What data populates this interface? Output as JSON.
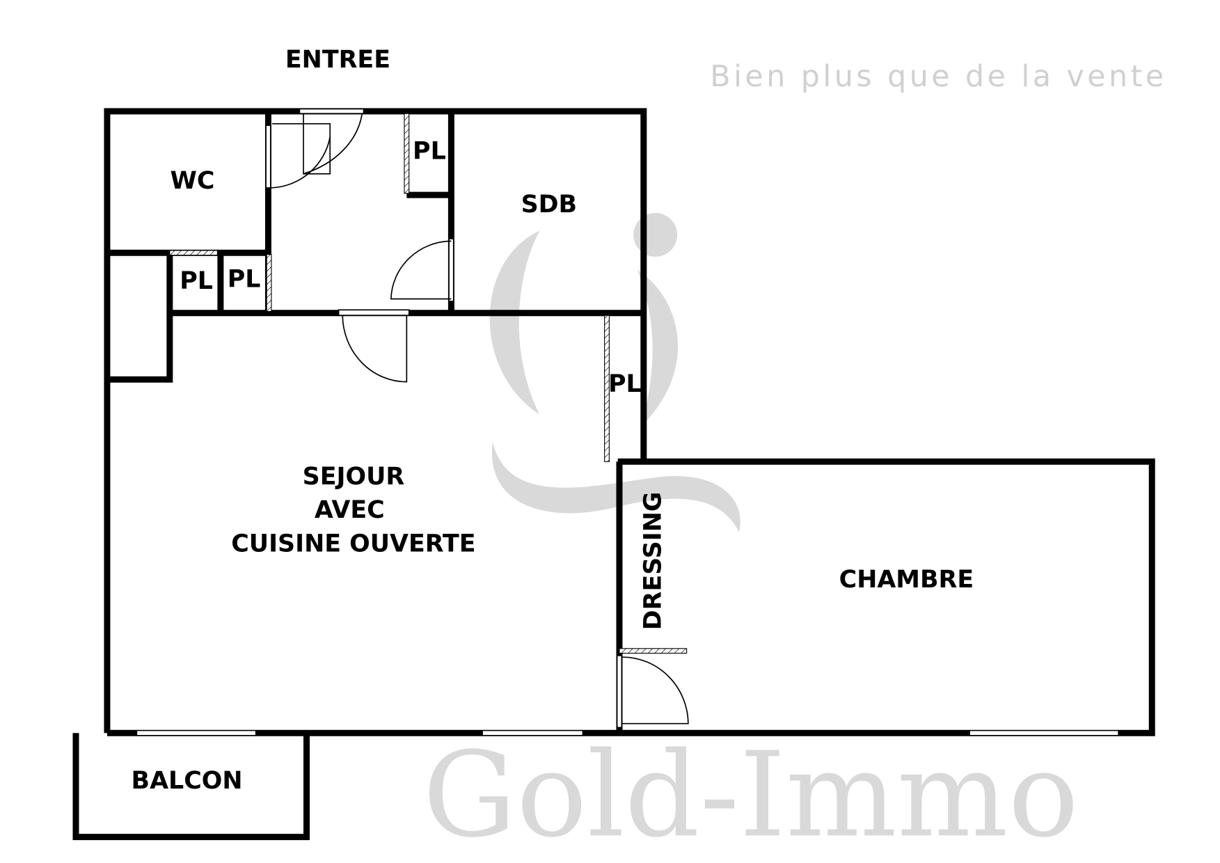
{
  "watermark": {
    "brand": "Gold-Immo",
    "tagline": "Bien plus que de la vente",
    "color": "#d9d9d9"
  },
  "rooms": {
    "entree": "ENTREE",
    "wc": "WC",
    "sdb": "SDB",
    "pl_hall": "PL",
    "pl_left_1": "PL",
    "pl_left_2": "PL",
    "pl_right": "PL",
    "sejour_line1": "SEJOUR",
    "sejour_line2": "AVEC",
    "sejour_line3": "CUISINE OUVERTE",
    "dressing": "DRESSING",
    "chambre": "CHAMBRE",
    "balcon": "BALCON"
  }
}
